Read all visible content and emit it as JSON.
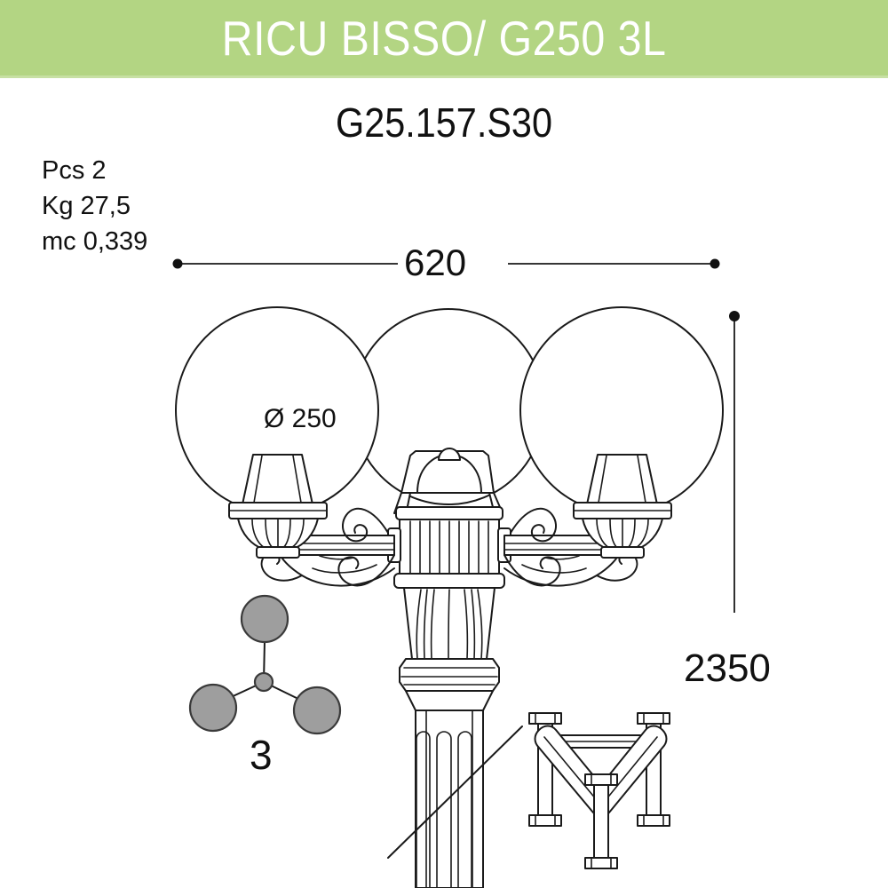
{
  "header": {
    "title": "RICU BISSO/ G250 3L",
    "band_color": "#b3d583"
  },
  "product": {
    "code": "G25.157.S30"
  },
  "specs": {
    "pieces_label": "Pcs 2",
    "weight_label": "Kg 27,5",
    "volume_label": "mc 0,339"
  },
  "dimensions": {
    "width": "620",
    "height": "2350",
    "globe_diameter": "Ø 250"
  },
  "arrangement": {
    "lamp_count": "3"
  },
  "colors": {
    "line": "#1a1a1a",
    "fill": "#ffffff",
    "lamp_node": "#9e9e9e",
    "text": "#111111"
  }
}
